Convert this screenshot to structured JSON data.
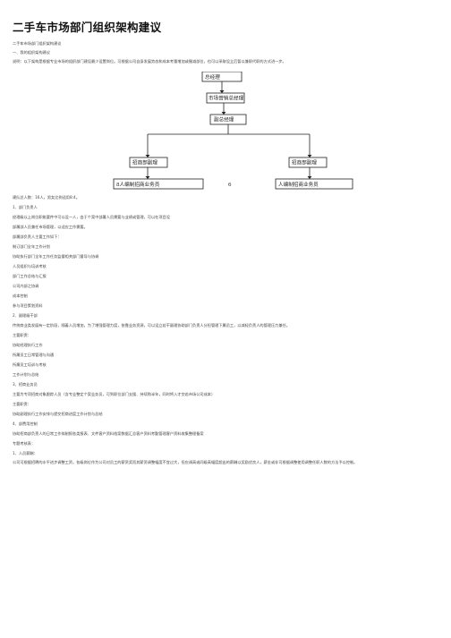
{
  "title": "二手车市场部门组织架构建议",
  "subtitle": "二手车市场部门组织架构建议",
  "section1": "一、我的组织架构建议",
  "explanation": "说明：以下架构是根据专业市场的组织部门建设最少设置岗位。可根据公司自身发展势态和成本考量增加或撤减部位，也可以采取设立后暂以兼职代职的方式进一步。",
  "chart": {
    "top": "总经理",
    "second": "市场营销总经理",
    "third": "副总经理",
    "left_box": "招商部副理",
    "right_box": "招商部副理",
    "left_bottom": "8人编制招商业务员",
    "right_bottom": "人编制招商业务员",
    "bottom_left_num": "8",
    "middle_num": "6"
  },
  "lines": [
    "建队总人数：16人，男女比例适用8:4。",
    "1、部门负责人",
    "经理级以上岗位职能要件中可以设一人，由于个案中部署人员需要与业绩或管理，可以在项目设",
    "部属部人员兼任市场管理，以适应工作需要。",
    "部属部负责人主要工作如下：",
    "制订部门全年工作计划",
    "协助执行部门全年工作任务监督相关部门督导与协调",
    "人员组织与培训考核",
    "部门工作总结与汇报",
    "公司内部之协调",
    "成本控制",
    "参与项目策划资料",
    "2、副理级干部",
    "传统商业类发展有一定阶段，随着人员增加，为了增强管理力度，依靠业务资源，可以设立若干副理协助部门负责人分担管理下属员工，以减轻负责人的管理压力兼任。",
    "主要职责：",
    "协助经理执行工作",
    "所属员工日常管理与沟通",
    "所属员工培训与考核",
    "工作计划与总结",
    "3、招商业务员",
    "主要为专项招商对象跟踪人员（含专业整定个案业务员，可到职位部门支援、持续购半年，同时将入才交若市场公司成本）",
    "主要职责：",
    "协助副理执行工作安排与提交招商进度工作计划与总结",
    "4、部费用控制",
    "协助招商部负责人的日常工作拟制报各类报表、文件客户资料档案数据汇总客户资料考勤管理客户资料收集整理备案",
    "专题考核表：",
    "1、人员薪酬：",
    "公司可根据招聘的水平进步调整工资，各级岗位作为公司对员工的薪资奖而其薪资调整幅度不宜过大，但应调高或同级高幅度超出的薪酬以奖励优良人，薪金或非可根据调整使用调整任职人数的方法予以控制。"
  ]
}
